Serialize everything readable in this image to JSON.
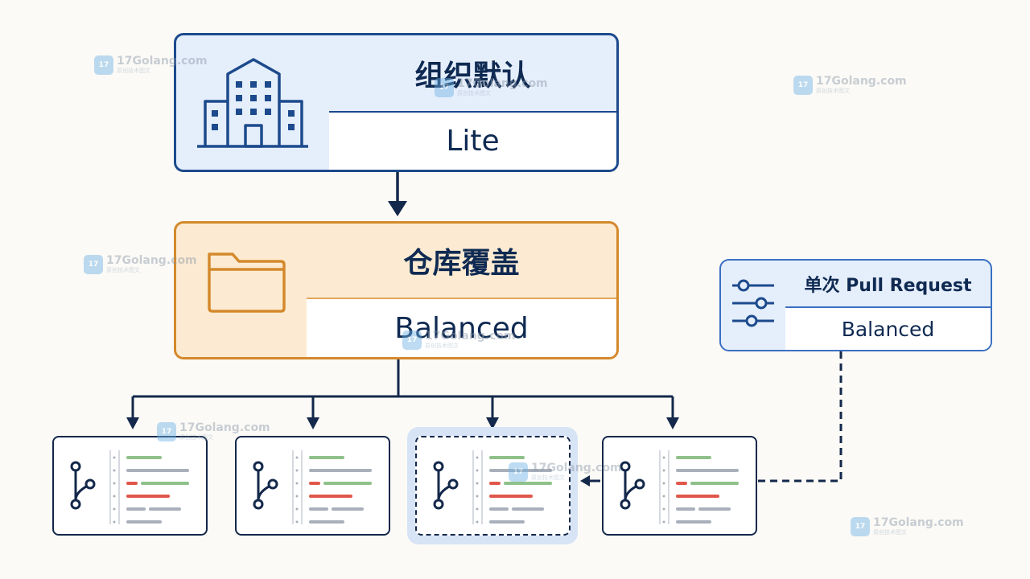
{
  "org_default": {
    "title": "组织默认",
    "value": "Lite",
    "icon": "building-icon"
  },
  "repo_override": {
    "title": "仓库覆盖",
    "value": "Balanced",
    "icon": "folder-icon"
  },
  "pull_request": {
    "title": "单次 Pull Request",
    "value": "Balanced",
    "icon": "sliders-icon"
  },
  "repos": [
    {
      "icon": "git-branch-icon",
      "highlighted": false
    },
    {
      "icon": "git-branch-icon",
      "highlighted": false
    },
    {
      "icon": "git-branch-icon",
      "highlighted": true
    },
    {
      "icon": "git-branch-icon",
      "highlighted": false
    }
  ],
  "watermark": {
    "name": "17Golang.com",
    "sub": "原创技术图文"
  },
  "colors": {
    "org_border": "#1c4a8c",
    "repo_border": "#d4892c",
    "pr_border": "#3a70c2",
    "connector": "#13284a",
    "code_green": "#8fc18a",
    "code_red": "#e0574a",
    "code_gray": "#a9b0bb"
  }
}
